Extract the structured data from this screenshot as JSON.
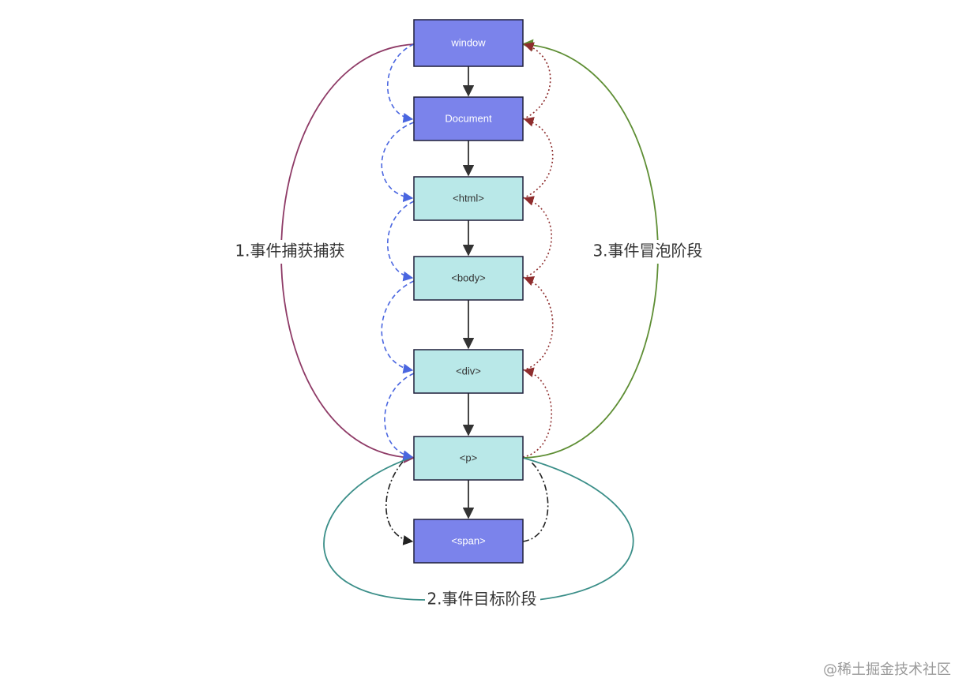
{
  "nodes": {
    "window": {
      "label": "window",
      "fill": "#7b83eb",
      "text_color": "#ffffff"
    },
    "document": {
      "label": "Document",
      "fill": "#7b83eb",
      "text_color": "#ffffff"
    },
    "html": {
      "label": "<html>",
      "fill": "#b9e8e8",
      "text_color": "#333333"
    },
    "body": {
      "label": "<body>",
      "fill": "#b9e8e8",
      "text_color": "#333333"
    },
    "div": {
      "label": "<div>",
      "fill": "#b9e8e8",
      "text_color": "#333333"
    },
    "p": {
      "label": "<p>",
      "fill": "#b9e8e8",
      "text_color": "#333333"
    },
    "span": {
      "label": "<span>",
      "fill": "#7b83eb",
      "text_color": "#ffffff"
    }
  },
  "phases": {
    "capture": {
      "label": "1.事件捕获捕获",
      "color": "#8e3a66",
      "step_color": "#4a66e0"
    },
    "target": {
      "label": "2.事件目标阶段",
      "color": "#3a8e88",
      "step_color": "#222222"
    },
    "bubble": {
      "label": "3.事件冒泡阶段",
      "color": "#5e8e34",
      "step_color": "#8e2d2d"
    }
  },
  "node_border": "#1f1f3a",
  "edge_color": "#333333",
  "watermark": "@稀土掘金技术社区"
}
